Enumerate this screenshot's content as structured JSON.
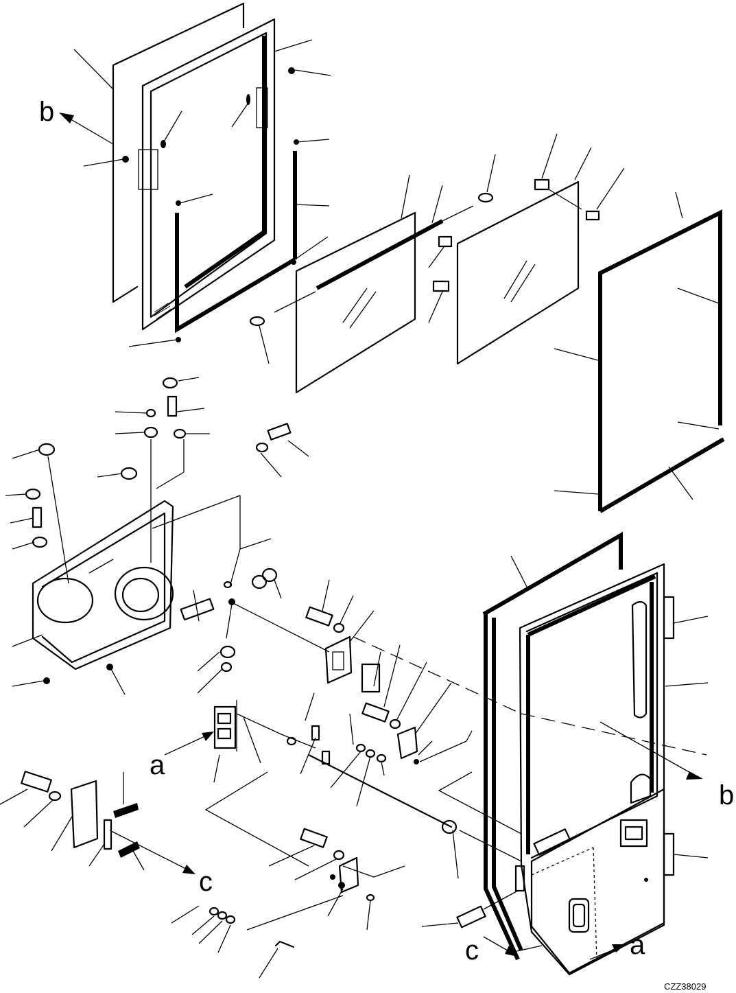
{
  "diagram": {
    "code": "CZZ38029",
    "refs": {
      "a": "a",
      "b": "b",
      "c": "c"
    }
  }
}
